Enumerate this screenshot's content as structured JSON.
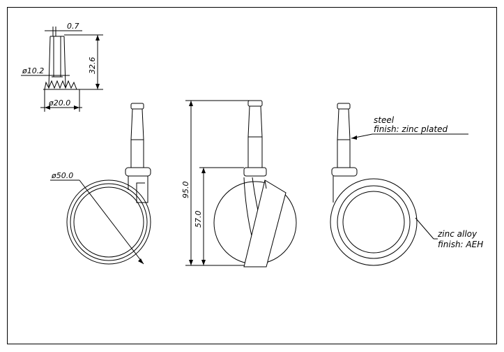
{
  "dimensions": {
    "pin_wall": "0.7",
    "pin_height": "32.6",
    "pin_diameter": "ø10.2",
    "base_diameter": "ø20.0",
    "wheel_diameter": "ø50.0",
    "overall_height": "95.0",
    "wheel_height": "57.0"
  },
  "notes": {
    "stem_material": "steel",
    "stem_finish": "finish: zinc plated",
    "wheel_material": "zinc alloy",
    "wheel_finish": "finish: AEH"
  }
}
